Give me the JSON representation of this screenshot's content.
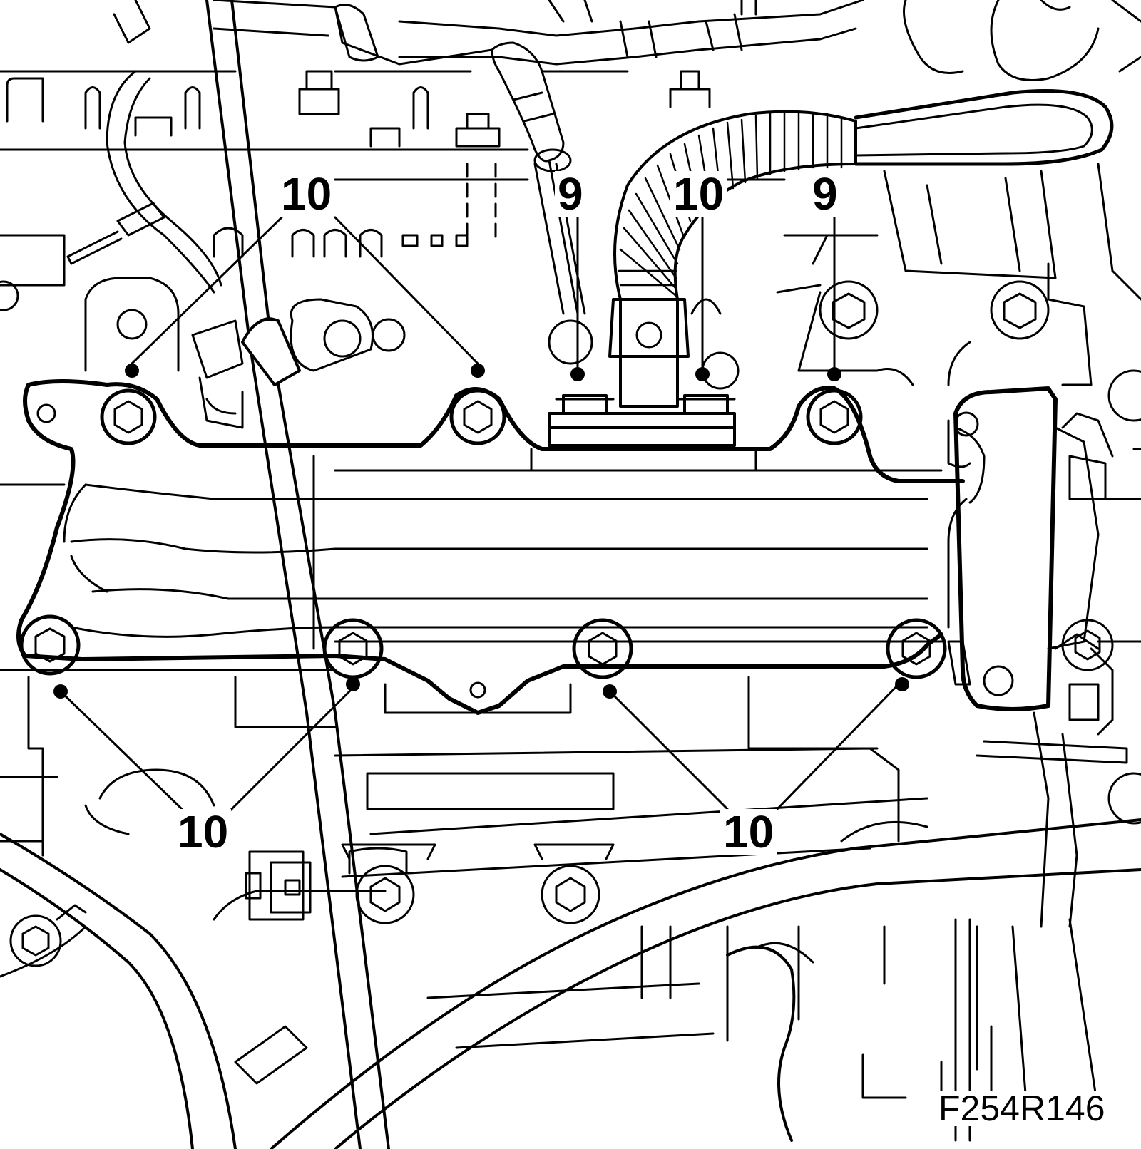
{
  "figure": {
    "code": "F254R146"
  },
  "callouts": {
    "bolt_10_top_left": "10",
    "bolt_9_top_middle": "9",
    "bolt_10_top_middle": "10",
    "bolt_9_top_right": "9",
    "bolt_10_bottom_left": "10",
    "bolt_10_bottom_right": "10"
  },
  "colors": {
    "line": "#000000",
    "background": "#ffffff"
  }
}
